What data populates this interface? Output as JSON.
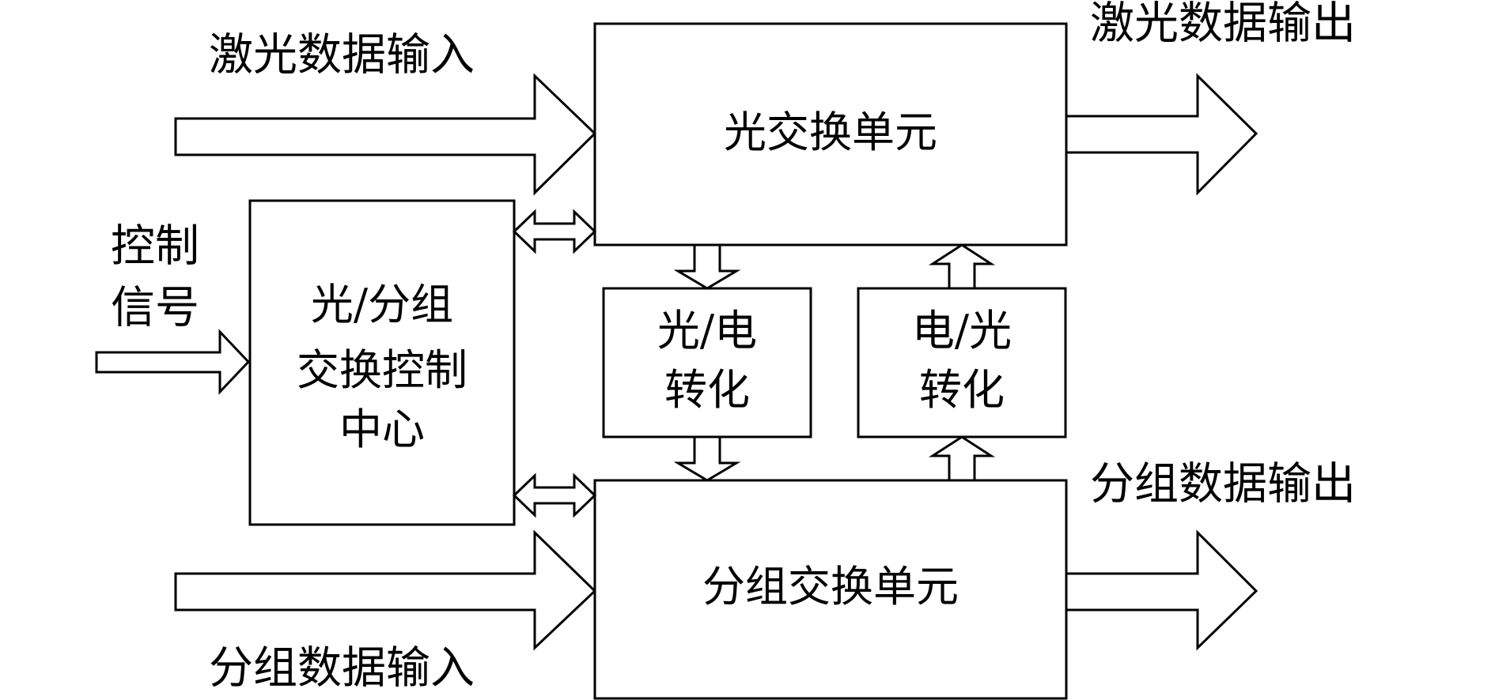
{
  "nodes": {
    "optical_switch": "光交换单元",
    "packet_switch": "分组交换单元",
    "control_center": [
      "光/分组",
      "交换控制",
      "中心"
    ],
    "oe_converter": [
      "光/电",
      "转化"
    ],
    "eo_converter": [
      "电/光",
      "转化"
    ]
  },
  "io_labels": {
    "laser_in": "激光数据输入",
    "laser_out": "激光数据输出",
    "packet_in": "分组数据输入",
    "packet_out": "分组数据输出",
    "control_signal": [
      "控制",
      "信号"
    ]
  },
  "colors": {
    "stroke": "#000000",
    "fill": "#ffffff"
  }
}
